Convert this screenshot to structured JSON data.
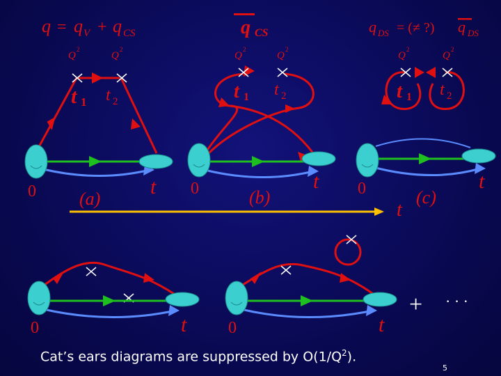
{
  "formulas": {
    "left": "q = q_V + q_CS",
    "middle": "q̄_CS",
    "right": "q_DS = (≠ ?) q̄_DS"
  },
  "labels": {
    "q_squared": "Q",
    "q_exp": "2",
    "t": "t",
    "t1_main": "t",
    "t1_sub": "1",
    "t2_main": "t",
    "t2_sub": "2",
    "zero": "0",
    "a": "(a)",
    "b": "(b)",
    "c": "(c)",
    "plus": "+",
    "dots": "· · ·"
  },
  "caption": {
    "prefix": "Cat’s ears diagrams are suppressed by O(1/Q",
    "exp": "2",
    "suffix": ")."
  },
  "page_number": "5",
  "colors": {
    "background": "#0a0a5a",
    "red": "#e01010",
    "green": "#1fbf1f",
    "blue": "#5a8cff",
    "yellow": "#ffc000",
    "face": "#3ccfcf"
  }
}
